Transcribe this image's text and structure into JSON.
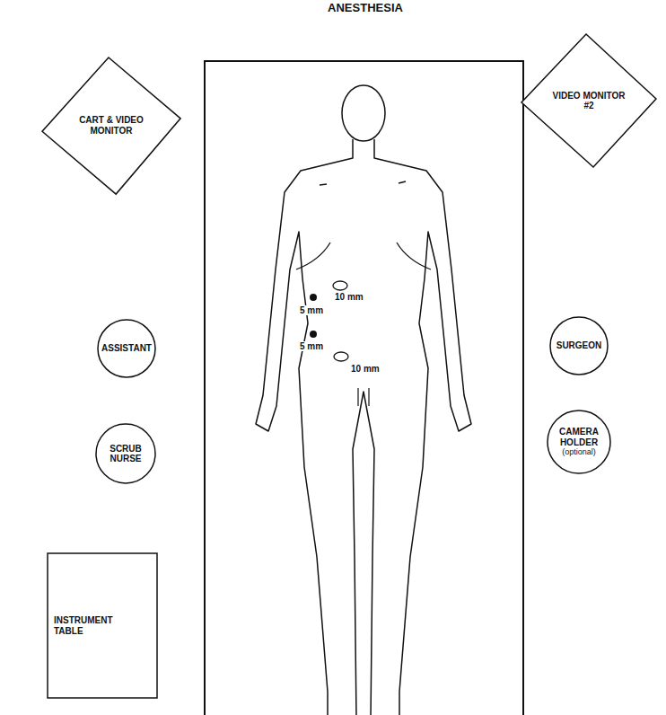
{
  "diagram": {
    "nodes": [
      {
        "text": [
          "CART & VIDEO MONITOR"
        ]
      },
      {
        "text": [
          "VIDEO MONITOR #2"
        ]
      },
      {
        "text": [
          "ASSISTANT"
        ]
      },
      {
        "text": [
          "SURGEON"
        ]
      },
      {
        "text": [
          "SCRUB NURSE"
        ]
      },
      {
        "text": [
          "CAMERA HOLDER",
          "(optional)"
        ]
      },
      {
        "text": [
          "INSTRUMENT TABLE"
        ]
      }
    ],
    "labels": [
      "ANESTHESIA",
      "10 mm",
      "5 mm",
      "5 mm",
      "10 mm"
    ]
  }
}
